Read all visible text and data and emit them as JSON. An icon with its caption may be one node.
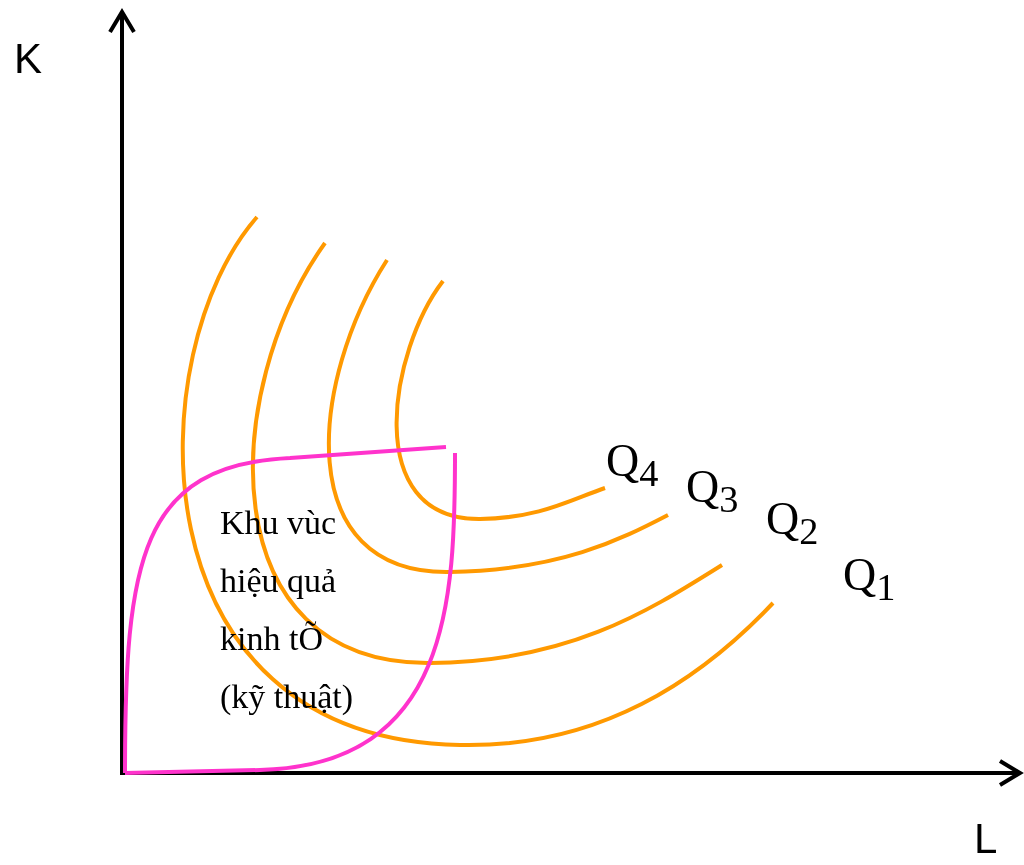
{
  "diagram": {
    "nodes": [
      {
        "text": [
          "Khu vùc hiệu quả kinh tÕ (kỹ thuật)"
        ]
      }
    ],
    "edges": [],
    "labels": [
      "K",
      "Q$_{4}$",
      "Q$_{3}$",
      "Q$_{2}$",
      "Q$_{1}$",
      "L"
    ]
  }
}
